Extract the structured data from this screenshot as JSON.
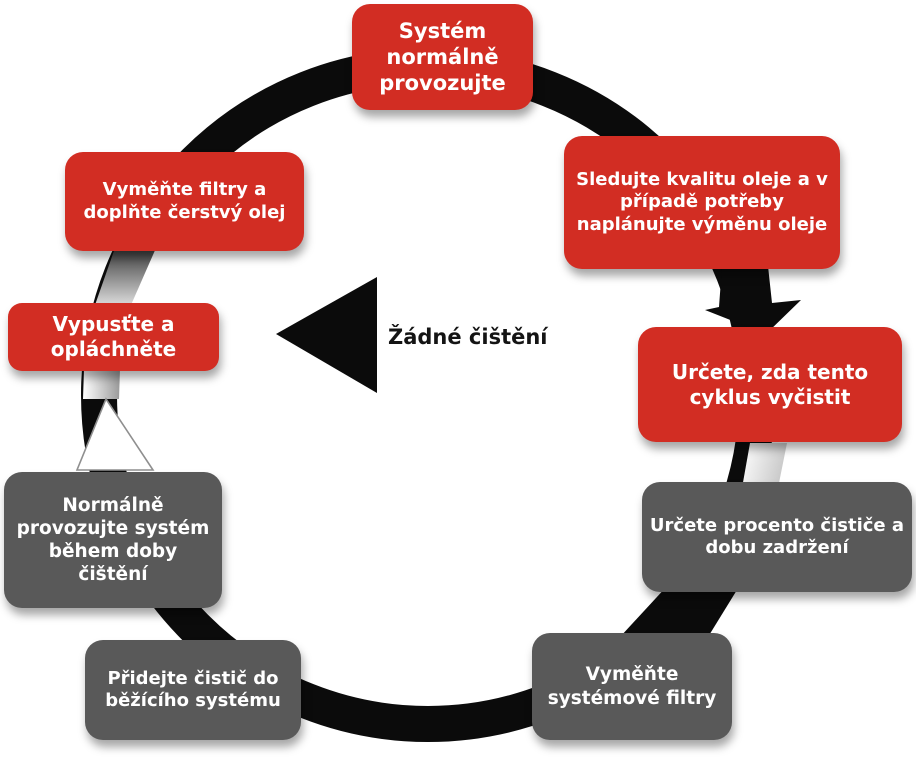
{
  "diagram": {
    "title_hidden": "",
    "center_label": "Žádné čištění",
    "colors": {
      "node_red": "#d22d23",
      "node_gray": "#595959",
      "node_text": "#ffffff",
      "ring": "#0b0b0b",
      "center_text": "#141414",
      "silver_light": "#f5f5f5",
      "silver_dark": "#9a9a9a",
      "band_dark_top": "#3a3a3a"
    },
    "nodes": [
      {
        "id": "operate-normally",
        "type": "red",
        "label": "Systém normálně provozujte"
      },
      {
        "id": "monitor-oil-quality",
        "type": "red",
        "label": "Sledujte kvalitu oleje a v případě potřeby naplánujte výměnu oleje"
      },
      {
        "id": "decide-cycle-clean",
        "type": "red",
        "label": "Určete, zda tento cyklus vyčistit"
      },
      {
        "id": "determine-cleaner-pct",
        "type": "gray",
        "label": "Určete procento čističe a dobu zadržení"
      },
      {
        "id": "replace-system-filters",
        "type": "gray",
        "label": "Vyměňte systémové filtry"
      },
      {
        "id": "add-cleaner-running",
        "type": "gray",
        "label": "Přidejte čistič do běžícího systému"
      },
      {
        "id": "operate-during-cleaning",
        "type": "gray",
        "label": "Normálně provozujte systém během doby čištění"
      },
      {
        "id": "drain-and-rinse",
        "type": "red",
        "label": "Vypusťte a opláchněte"
      },
      {
        "id": "replace-filters-add-oil",
        "type": "red",
        "label": "Vyměňte filtry a doplňte čerstvý olej"
      }
    ],
    "shapes": {
      "cycle_ring": "thick black circle",
      "no_cleaning_arrow": "solid black triangle pointing left",
      "flow_arrow_monitor_to_decide": "black block arrow pointing down",
      "flow_arrow_normal_to_drain": "white outlined triangle pointing up",
      "silver_band_right": "light parallelogram connector",
      "silver_band_left_upper": "gradient connector dark-to-light",
      "silver_band_left_lower": "light connector tail"
    }
  }
}
